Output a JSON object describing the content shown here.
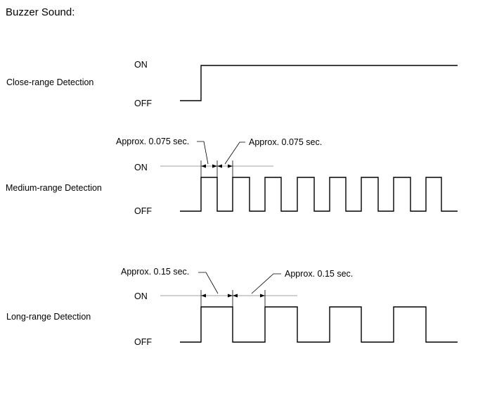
{
  "title": "Buzzer Sound:",
  "level_on": "ON",
  "level_off": "OFF",
  "rows": [
    {
      "name": "Close-range Detection",
      "pattern": "continuous"
    },
    {
      "name": "Medium-range Detection",
      "pattern": "pulsed",
      "on_time": "Approx. 0.075 sec.",
      "off_time": "Approx. 0.075 sec."
    },
    {
      "name": "Long-range Detection",
      "pattern": "pulsed",
      "on_time": "Approx. 0.15 sec.",
      "off_time": "Approx. 0.15 sec."
    }
  ]
}
